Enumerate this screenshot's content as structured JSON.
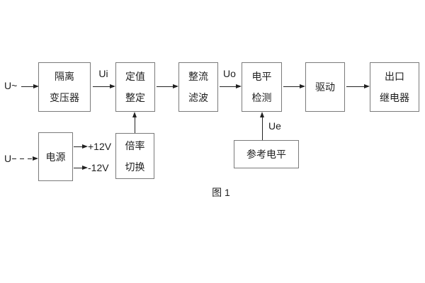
{
  "diagram": {
    "caption": "图 1",
    "boxes": {
      "isolation_transformer": {
        "lines": [
          "隔离",
          "变压器"
        ]
      },
      "value_setting": {
        "lines": [
          "定值",
          "整定"
        ]
      },
      "rectify_filter": {
        "lines": [
          "整流",
          "滤波"
        ]
      },
      "level_detection": {
        "lines": [
          "电平",
          "检测"
        ]
      },
      "drive": {
        "lines": [
          "驱动"
        ]
      },
      "output_relay": {
        "lines": [
          "出口",
          "继电器"
        ]
      },
      "power_supply": {
        "lines": [
          "电源"
        ]
      },
      "ratio_switch": {
        "lines": [
          "倍率",
          "切换"
        ]
      },
      "reference_level": {
        "lines": [
          "参考电平"
        ]
      }
    },
    "labels": {
      "ac_input": "U~",
      "dc_input": "U",
      "ui": "Ui",
      "uo": "Uo",
      "ue": "Ue",
      "plus_12v": "+12V",
      "minus_12v": "-12V"
    },
    "colors": {
      "background": "#ffffff",
      "box_border": "#7a7a7a",
      "line": "#222222",
      "text": "#1e1e1e"
    }
  }
}
